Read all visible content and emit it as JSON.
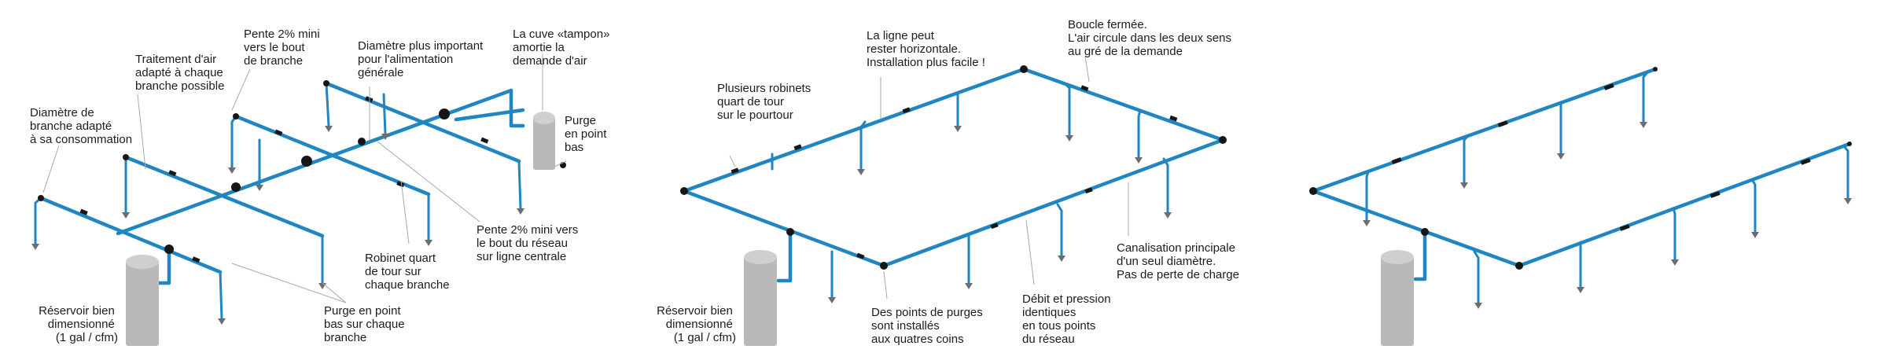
{
  "diagram_left": {
    "labels": {
      "branch_diameter": [
        "Diamètre de",
        "branche adapté",
        "à sa consommation"
      ],
      "air_treatment": [
        "Traitement d'air",
        "adapté à chaque",
        "branche possible"
      ],
      "slope_branch": [
        "Pente 2% mini",
        "vers le bout",
        "de branche"
      ],
      "main_diameter": [
        "Diamètre plus important",
        "pour l'alimentation",
        "générale"
      ],
      "buffer_tank": [
        "La cuve «tampon»",
        "amortie la",
        "demande d'air"
      ],
      "low_drain": [
        "Purge",
        "en point",
        "bas"
      ],
      "slope_main": [
        "Pente 2% mini vers",
        "le bout du réseau",
        "sur ligne centrale"
      ],
      "quarter_valve": [
        "Robinet quart",
        "de tour sur",
        "chaque branche"
      ],
      "branch_drain": [
        "Purge en point",
        "bas sur chaque",
        "branche"
      ],
      "reservoir": [
        "Réservoir bien",
        "dimensionné",
        "(1 gal / cfm)"
      ]
    }
  },
  "diagram_middle": {
    "labels": {
      "valves": [
        "Plusieurs robinets",
        "quart de tour",
        "sur le pourtour"
      ],
      "horizontal": [
        "La ligne peut",
        "rester horizontale.",
        "Installation plus facile !"
      ],
      "closed_loop": [
        "Boucle fermée.",
        "L'air circule dans les deux sens",
        "au gré de la demande"
      ],
      "main_pipe": [
        "Canalisation principale",
        "d'un seul diamètre.",
        "Pas de perte de charge"
      ],
      "equal_flow": [
        "Débit et pression",
        "identiques",
        "en tous points",
        "du réseau"
      ],
      "corner_drains": [
        "Des points de purges",
        "sont installés",
        "aux quatres coins"
      ],
      "reservoir": [
        "Réservoir bien",
        "dimensionné",
        "(1 gal / cfm)"
      ]
    }
  },
  "colors": {
    "pipe": "#1f86c1",
    "fitting": "#161616",
    "tank": "#b9b9b9",
    "leader": "#a8a8a8",
    "text": "#1c1c1c"
  }
}
